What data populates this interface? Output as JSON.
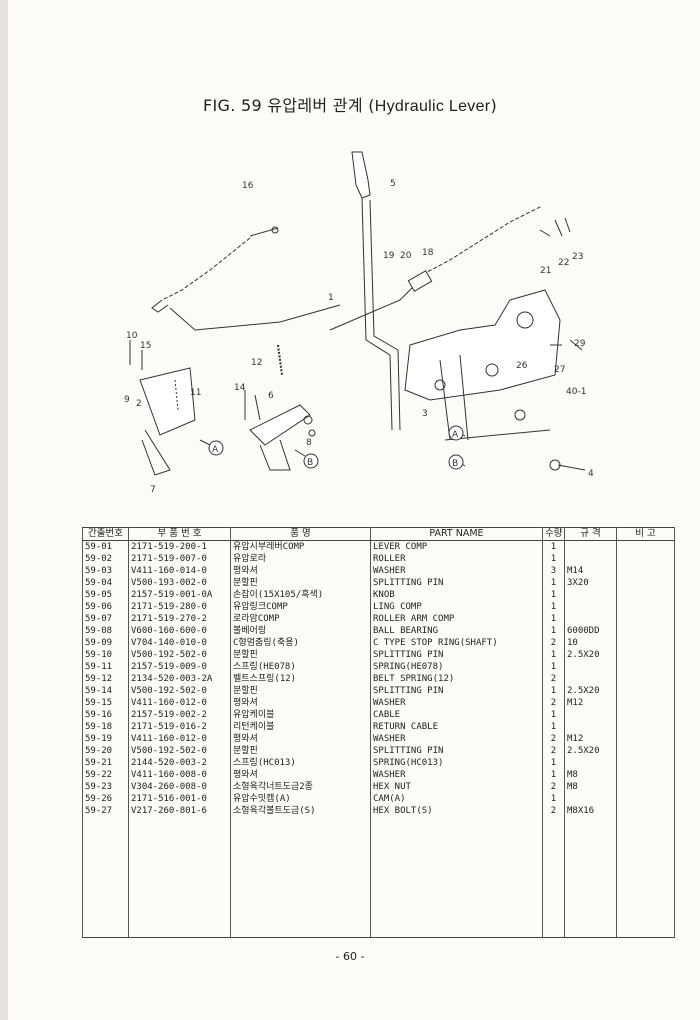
{
  "title": {
    "prefix": "FIG. 59 유압레버 관계",
    "english": "Hydraulic Lever"
  },
  "diagram": {
    "callouts": [
      "1",
      "2",
      "3",
      "4",
      "5",
      "6",
      "7",
      "8",
      "9",
      "10",
      "11",
      "12",
      "14",
      "15",
      "16",
      "18",
      "19",
      "20",
      "21",
      "22",
      "23",
      "26",
      "27",
      "29",
      "40-1"
    ],
    "markers": [
      "A",
      "B"
    ]
  },
  "table": {
    "headers": [
      "간출번호",
      "부 품 번 호",
      "품 명",
      "PART NAME",
      "수량",
      "규 격",
      "비 고"
    ],
    "rows": [
      [
        "59-01",
        "2171-519-200-1",
        "유압시부레버COMP",
        "LEVER COMP",
        "1",
        "",
        ""
      ],
      [
        "59-02",
        "2171-519-007-0",
        "유압로라",
        "ROLLER",
        "1",
        "",
        ""
      ],
      [
        "59-03",
        "V411-160-014-0",
        "평와셔",
        "WASHER",
        "3",
        "M14",
        ""
      ],
      [
        "59-04",
        "V500-193-002-0",
        "분할핀",
        "SPLITTING PIN",
        "1",
        "3X20",
        ""
      ],
      [
        "59-05",
        "2157-519-001-0A",
        "손잡이(15X105/흑색)",
        "KNOB",
        "1",
        "",
        ""
      ],
      [
        "59-06",
        "2171-519-280-0",
        "유압링크COMP",
        "LING COMP",
        "1",
        "",
        ""
      ],
      [
        "59-07",
        "2171-519-270-2",
        "로라암COMP",
        "ROLLER ARM COMP",
        "1",
        "",
        ""
      ],
      [
        "59-08",
        "V600-160-600-0",
        "볼베어링",
        "BALL BEARING",
        "1",
        "6000DD",
        ""
      ],
      [
        "59-09",
        "V704-140-010-0",
        "C형멈춤링(축용)",
        "C TYPE STOP RING(SHAFT)",
        "2",
        "10",
        ""
      ],
      [
        "59-10",
        "V500-192-502-0",
        "분할핀",
        "SPLITTING PIN",
        "1",
        "2.5X20",
        ""
      ],
      [
        "59-11",
        "2157-519-009-0",
        "스프링(HE078)",
        "SPRING(HE078)",
        "1",
        "",
        ""
      ],
      [
        "59-12",
        "2134-520-003-2A",
        "벨트스프링(12)",
        "BELT SPRING(12)",
        "2",
        "",
        ""
      ],
      [
        "59-14",
        "V500-192-502-0",
        "분할핀",
        "SPLITTING PIN",
        "1",
        "2.5X20",
        ""
      ],
      [
        "59-15",
        "V411-160-012-0",
        "평와셔",
        "WASHER",
        "2",
        "M12",
        ""
      ],
      [
        "59-16",
        "2157-519-002-2",
        "유압케이블",
        "CABLE",
        "1",
        "",
        ""
      ],
      [
        "59-18",
        "2171-519-016-2",
        "리턴케이블",
        "RETURN CABLE",
        "1",
        "",
        ""
      ],
      [
        "59-19",
        "V411-160-012-0",
        "평와셔",
        "WASHER",
        "2",
        "M12",
        ""
      ],
      [
        "59-20",
        "V500-192-502-0",
        "분할핀",
        "SPLITTING PIN",
        "2",
        "2.5X20",
        ""
      ],
      [
        "59-21",
        "2144-520-003-2",
        "스프링(HC013)",
        "SPRING(HC013)",
        "1",
        "",
        ""
      ],
      [
        "59-22",
        "V411-160-008-0",
        "평와셔",
        "WASHER",
        "1",
        "M8",
        ""
      ],
      [
        "59-23",
        "V304-260-008-0",
        "소형육각너트도금2종",
        "HEX NUT",
        "2",
        "M8",
        ""
      ],
      [
        "59-26",
        "2171-516-001-0",
        "유압수밋캠(A)",
        "CAM(A)",
        "1",
        "",
        ""
      ],
      [
        "59-27",
        "V217-260-801-6",
        "소형육각볼트도금(S)",
        "HEX BOLT(S)",
        "2",
        "M8X16",
        ""
      ]
    ]
  },
  "page_number": "- 60 -"
}
